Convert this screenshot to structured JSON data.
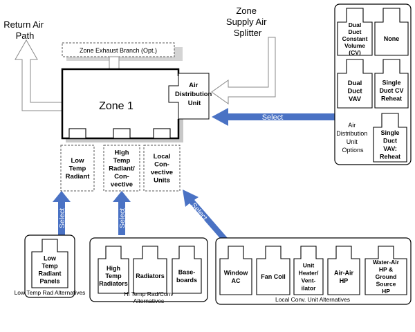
{
  "labels": {
    "return_air": [
      "Return Air",
      "Path"
    ],
    "supply_splitter": [
      "Zone",
      "Supply Air",
      "Splitter"
    ],
    "exhaust_branch": "Zone Exhaust Branch (Opt.)",
    "zone": "Zone 1",
    "adu_in_zone": [
      "Air",
      "Distribution",
      "Unit"
    ],
    "select": "Select",
    "adu_options_caption": [
      "Air",
      "Distribution",
      "Unit",
      "Options"
    ]
  },
  "adu_options": [
    {
      "id": "dual-duct-cv",
      "lines": [
        "Dual",
        "Duct",
        "Constant",
        "Volume",
        "(CV)"
      ]
    },
    {
      "id": "none",
      "lines": [
        "None"
      ]
    },
    {
      "id": "dual-duct-vav",
      "lines": [
        "Dual",
        "Duct",
        "VAV"
      ]
    },
    {
      "id": "single-duct-cv-reheat",
      "lines": [
        "Single",
        "Duct CV",
        "Reheat"
      ]
    },
    {
      "id": "single-duct-vav-reheat",
      "lines": [
        "Single",
        "Duct",
        "VAV:",
        "Reheat"
      ]
    }
  ],
  "zone_units": [
    {
      "id": "low-temp-radiant",
      "lines": [
        "Low",
        "Temp",
        "Radiant"
      ]
    },
    {
      "id": "high-temp-radiant",
      "lines": [
        "High",
        "Temp",
        "Radiant/",
        "Con-",
        "vective"
      ]
    },
    {
      "id": "local-convective",
      "lines": [
        "Local",
        "Con-",
        "vective",
        "Units"
      ]
    }
  ],
  "groups": {
    "low_temp": {
      "caption": "Low Temp Rad Alternatives",
      "items": [
        {
          "id": "low-temp-radiant-panels",
          "lines": [
            "Low",
            "Temp",
            "Radiant",
            "Panels"
          ]
        }
      ]
    },
    "hi_temp": {
      "caption": [
        "Hi Temp Rad/Conv",
        "Alternatives"
      ],
      "items": [
        {
          "id": "high-temp-radiators",
          "lines": [
            "High",
            "Temp",
            "Radiators"
          ]
        },
        {
          "id": "radiators",
          "lines": [
            "Radiators"
          ]
        },
        {
          "id": "baseboards",
          "lines": [
            "Base-",
            "boards"
          ]
        }
      ]
    },
    "local_conv": {
      "caption": "Local Conv. Unit Alternatives",
      "items": [
        {
          "id": "window-ac",
          "lines": [
            "Window",
            "AC"
          ]
        },
        {
          "id": "fan-coil",
          "lines": [
            "Fan Coil"
          ]
        },
        {
          "id": "unit-heater-ventilator",
          "lines": [
            "Unit",
            "Heater/",
            "Vent-",
            "ilator"
          ]
        },
        {
          "id": "air-air-hp",
          "lines": [
            "Air-Air",
            "HP"
          ]
        },
        {
          "id": "water-air-hp",
          "lines": [
            "Water-Air",
            "HP &",
            "Ground",
            "Source",
            "HP"
          ]
        }
      ]
    }
  },
  "colors": {
    "select_arrow": "#4a72c4",
    "shadow": "#c8c8c8",
    "outline": "#000000"
  }
}
